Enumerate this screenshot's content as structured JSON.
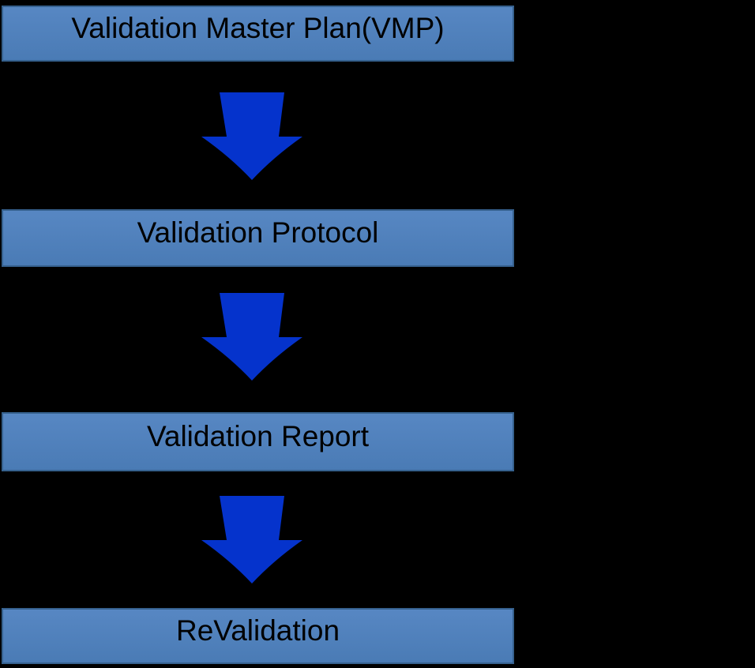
{
  "colors": {
    "background": "#000000",
    "box-fill-top": "#5787C3",
    "box-fill-bottom": "#4A7BB5",
    "box-border": "#36618E",
    "arrow": "#0533CC",
    "text": "#000000"
  },
  "flow": {
    "steps": [
      {
        "label": "Validation Master Plan(VMP)"
      },
      {
        "label": "Validation Protocol"
      },
      {
        "label": "Validation Report"
      },
      {
        "label": "ReValidation"
      }
    ],
    "connectors": [
      {
        "icon": "down-arrow-icon"
      },
      {
        "icon": "down-arrow-icon"
      },
      {
        "icon": "down-arrow-icon"
      }
    ]
  }
}
